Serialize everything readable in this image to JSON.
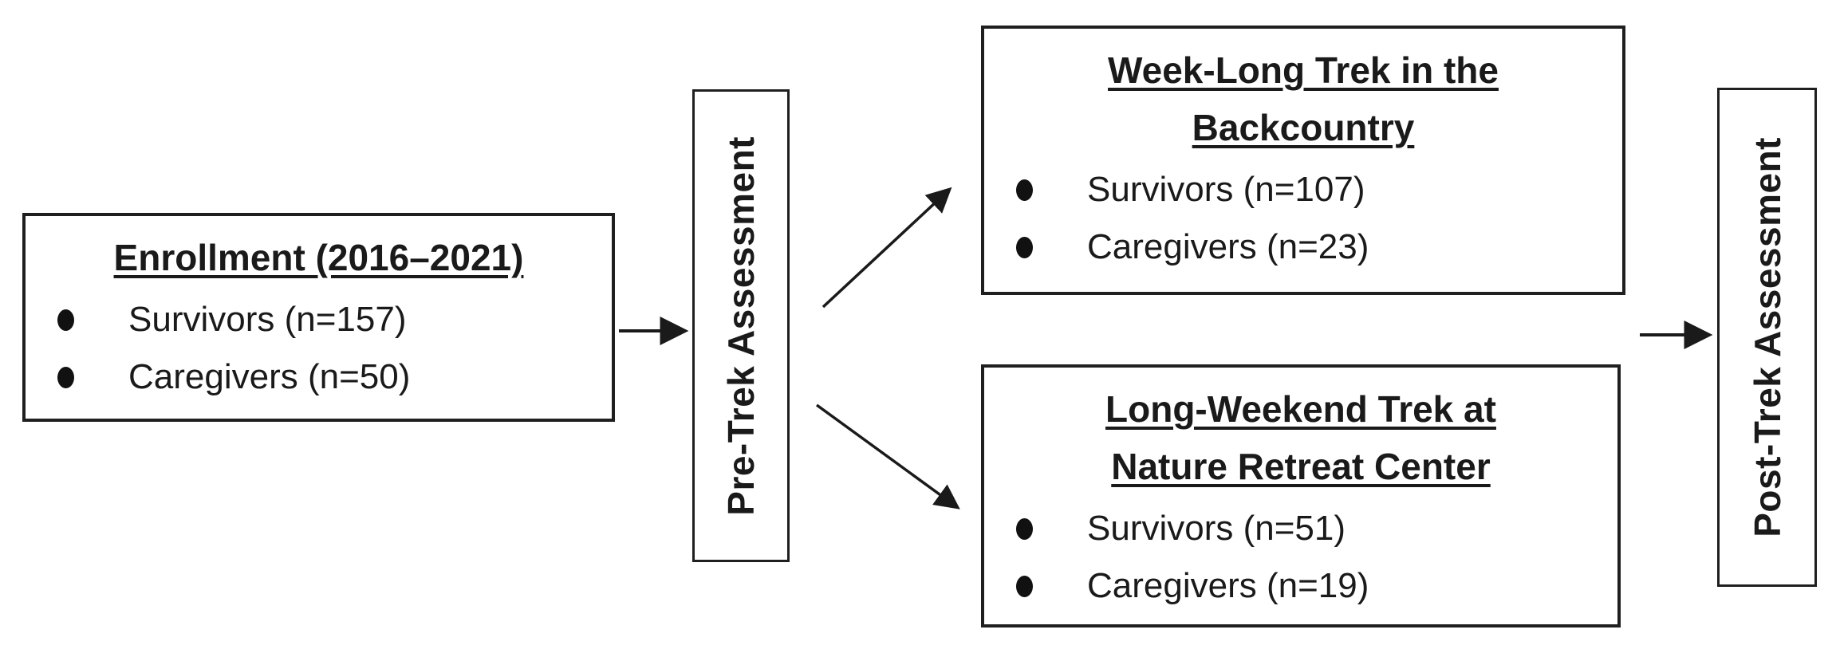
{
  "diagram": {
    "enrollment": {
      "title": "Enrollment (2016–2021)",
      "bullets": [
        "Survivors (n=157)",
        "Caregivers (n=50)"
      ]
    },
    "pre_trek": {
      "label": "Pre-Trek Assessment"
    },
    "week_long_trek": {
      "title_line1": "Week-Long Trek in the",
      "title_line2": "Backcountry",
      "bullets": [
        "Survivors (n=107)",
        "Caregivers (n=23)"
      ]
    },
    "long_weekend_trek": {
      "title_line1": "Long-Weekend Trek at",
      "title_line2": "Nature Retreat Center",
      "bullets": [
        "Survivors (n=51)",
        "Caregivers (n=19)"
      ]
    },
    "post_trek": {
      "label": "Post-Trek Assessment"
    },
    "colors": {
      "ink": "#1a1a1a",
      "background": "#ffffff"
    }
  }
}
